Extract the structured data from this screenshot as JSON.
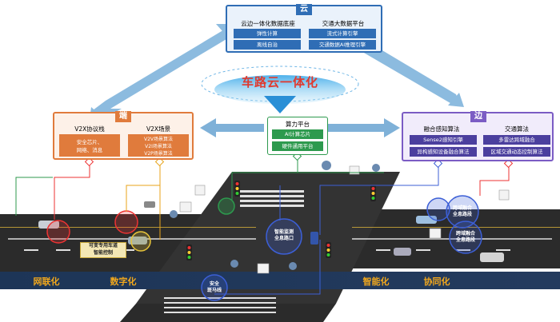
{
  "cloud": {
    "tag": "云",
    "left_title": "云边一体化数据底座",
    "left_items": [
      "弹性计算",
      "离线自治"
    ],
    "right_title": "交通大数据平台",
    "right_items": [
      "流式计算引擎",
      "交通数据AI推理引擎"
    ]
  },
  "banner": "车路云一体化",
  "edge_left": {
    "tag": "端",
    "col1_title": "V2X协议栈",
    "col1_text": [
      "安全芯片、",
      "网络、消息"
    ],
    "col2_title": "V2X场景",
    "col2_items": [
      "V2V场景算法",
      "V2I场景算法",
      "V2P场景算法"
    ]
  },
  "compute": {
    "title": "算力平台",
    "items": [
      "AI计算芯片",
      "硬件通用平台"
    ]
  },
  "edge_right": {
    "tag": "边",
    "col1_title": "融合感知算法",
    "col1_items": [
      "Sense2感知引擎",
      "异构感知设备融合算法"
    ],
    "col2_title": "交通算法",
    "col2_items": [
      "多雷达跨域融合",
      "区域交通动态控制算法"
    ]
  },
  "road_labels": {
    "lane_control": "可变专用车道\n智能控制",
    "smart_junction": "智能监测\n全息路口",
    "safe_crossing": "安全\n斑马线",
    "cross_fusion_1": "跨域融合\n全息路段",
    "cross_fusion_2": "跨域融合\n全息路段"
  },
  "bottom": [
    "网联化",
    "数字化",
    "智能化",
    "协同化"
  ],
  "colors": {
    "cloud": "#2f6db5",
    "edge_left": "#e07b3c",
    "edge_right": "#7b5cc4",
    "compute": "#2d9a4e",
    "arrow": "#7fb1d8",
    "banner": "#e03a2e",
    "bottom_text": "#f2a81d",
    "road": "#2b2b2b"
  }
}
